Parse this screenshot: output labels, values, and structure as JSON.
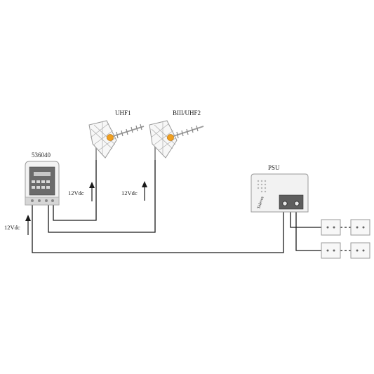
{
  "labels": {
    "antenna_uhf1": "UHF1",
    "antenna_biii_uhf2": "BIII/UHF2",
    "amplifier_model": "536040",
    "psu": "PSU",
    "voltage_uhf1": "12Vdc",
    "voltage_uhf2": "12Vdc",
    "voltage_amp": "12Vdc",
    "psu_brand": "Televes"
  },
  "colors": {
    "line": "#1a1a1a",
    "device_body": "#f2f2f2",
    "device_edge": "#9a9a9a",
    "display": "#6b6b6b",
    "balun": "#f0a020"
  }
}
